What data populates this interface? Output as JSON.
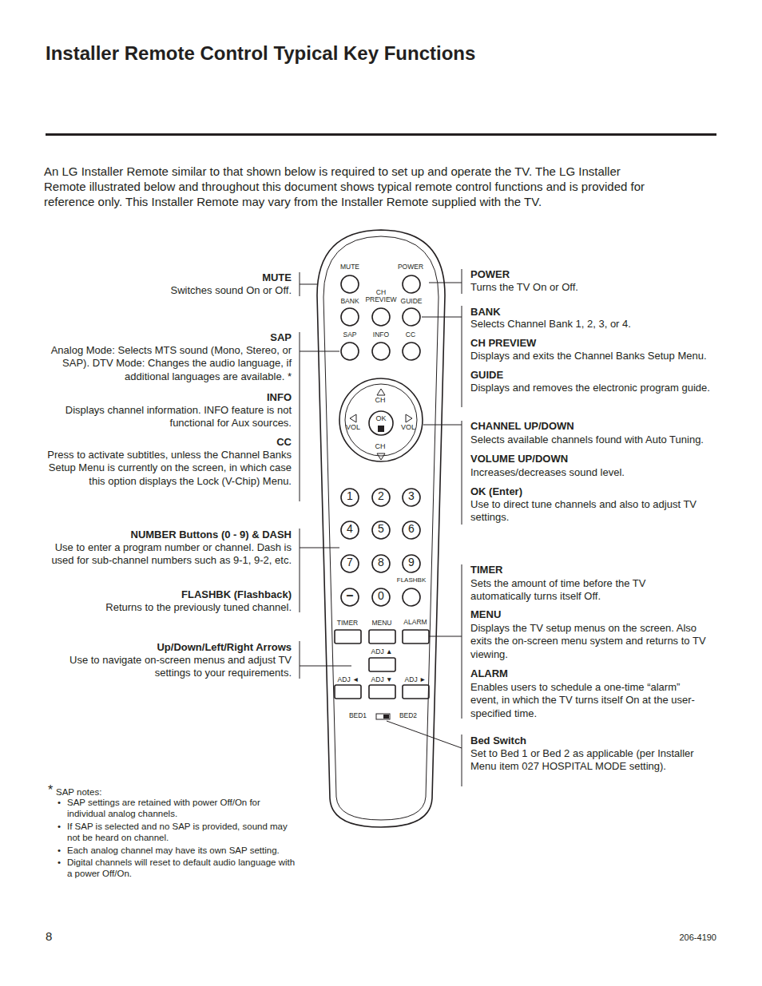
{
  "diagram": {
    "title": "Installer Remote Control Typical Key Functions",
    "labels": [
      "An LG Installer Remote similar to that shown below is required to set up and operate the TV. The LG Installer Remote illustrated below and throughout this document shows typical remote control functions and is provided for reference only. This Installer Remote may vary from the Installer Remote supplied with the TV.",
      "MUTE",
      "Switches sound On or Off.",
      "SAP",
      "Analog Mode: Selects MTS sound (Mono, Stereo, or SAP). DTV Mode: Changes the audio language, if additional languages are available. *",
      "INFO",
      "Displays channel information. INFO feature is not functional for Aux sources.",
      "CC",
      "Press to activate subtitles, unless the Channel Banks Setup Menu is currently on the screen, in which case this option displays the Lock (V-Chip) Menu.",
      "NUMBER Buttons (0 - 9) & DASH",
      "Use to enter a program number or channel. Dash is used for sub-channel numbers such as 9-1, 9-2, etc.",
      "FLASHBK (Flashback)",
      "Returns to the previously tuned channel.",
      "Up/Down/Left/Right Arrows",
      "Use to navigate on-screen menus and adjust TV settings to your requirements.",
      "POWER",
      "Turns the TV On or Off.",
      "BANK",
      "Selects Channel Bank 1, 2, 3, or 4.",
      "CH PREVIEW",
      "Displays and exits the Channel Banks Setup Menu.",
      "GUIDE",
      "Displays and removes the electronic program guide.",
      "CHANNEL UP/DOWN",
      "Selects available channels found with Auto Tuning.",
      "VOLUME UP/DOWN",
      "Increases/decreases sound level.",
      "OK (Enter)",
      "Use to direct tune channels and also to adjust TV settings.",
      "TIMER",
      "Sets the amount of time before the TV automatically turns itself Off.",
      "MENU",
      "Displays the TV setup menus on the screen. Also exits the on-screen menu system and returns to TV viewing.",
      "ALARM",
      "Enables users to schedule a one-time “alarm” event, in which the TV turns itself On at the user-specified time.",
      "Bed Switch",
      "Set to Bed 1 or Bed 2 as applicable (per Installer Menu item 027 HOSPITAL MODE setting).",
      "*",
      "SAP notes:",
      "•",
      "SAP settings are retained with power Off/On for individual analog channels.",
      "•",
      "If SAP is selected and no SAP is provided, sound may not be heard on channel.",
      "•",
      "Each analog channel may have its own SAP setting.",
      "•",
      "Digital channels will reset to default audio language with a power Off/On.",
      "8",
      "206-4190",
      "MUTE",
      "POWER",
      "CH PREVIEW",
      "BANK",
      "GUIDE",
      "SAP",
      "INFO",
      "CC",
      "CH",
      "VOL",
      "OK",
      "VOL",
      "CH",
      "1",
      "2",
      "3",
      "4",
      "5",
      "6",
      "7",
      "8",
      "9",
      "–",
      "0",
      "FLASHBK",
      "TIMER",
      "MENU",
      "ALARM",
      "ADJ ▲",
      "ADJ ◄",
      "ADJ ▼",
      "ADJ ►",
      "BED1",
      "BED2"
    ]
  }
}
